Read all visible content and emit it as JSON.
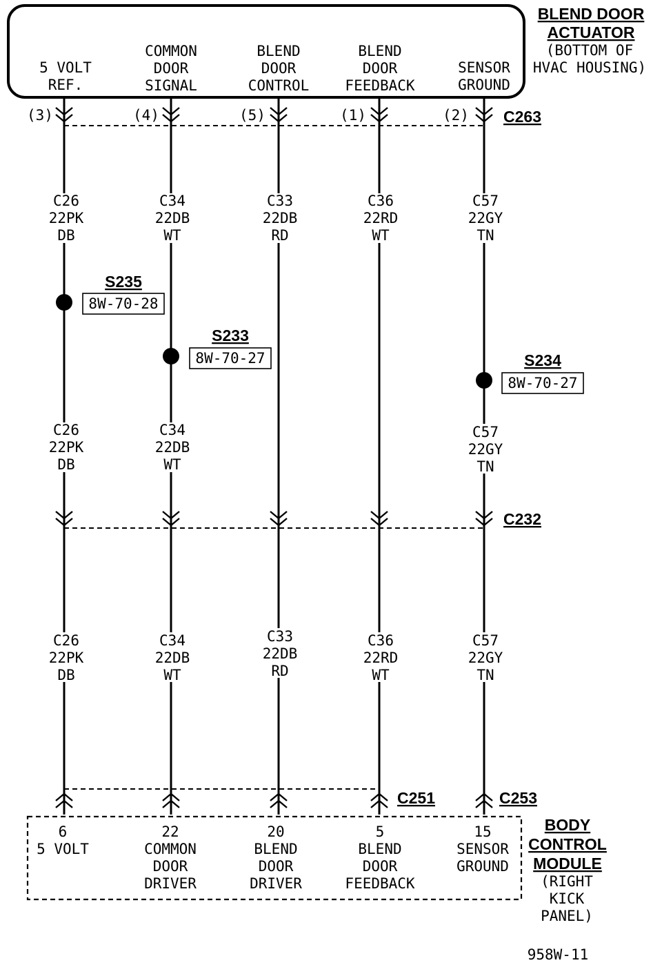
{
  "actuator": {
    "title": [
      "BLEND DOOR",
      "ACTUATOR"
    ],
    "subtitle": [
      "(BOTTOM OF",
      "HVAC HOUSING)"
    ],
    "terminals": [
      [
        "5 VOLT",
        "REF."
      ],
      [
        "COMMON",
        "DOOR",
        "SIGNAL"
      ],
      [
        "BLEND",
        "DOOR",
        "CONTROL"
      ],
      [
        "BLEND",
        "DOOR",
        "FEEDBACK"
      ],
      [
        "SENSOR",
        "GROUND"
      ]
    ]
  },
  "connectors": {
    "c263": {
      "name": "C263",
      "pins": [
        "(3)",
        "(4)",
        "(5)",
        "(1)",
        "(2)"
      ]
    },
    "c232": {
      "name": "C232"
    },
    "c251": {
      "name": "C251"
    },
    "c253": {
      "name": "C253"
    }
  },
  "wires": {
    "upper": [
      [
        "C26",
        "22PK",
        "DB"
      ],
      [
        "C34",
        "22DB",
        "WT"
      ],
      [
        "C33",
        "22DB",
        "RD"
      ],
      [
        "C36",
        "22RD",
        "WT"
      ],
      [
        "C57",
        "22GY",
        "TN"
      ]
    ],
    "middle": [
      [
        "C26",
        "22PK",
        "DB"
      ],
      [
        "C34",
        "22DB",
        "WT"
      ],
      [
        "C57",
        "22GY",
        "TN"
      ]
    ],
    "lower": [
      [
        "C26",
        "22PK",
        "DB"
      ],
      [
        "C34",
        "22DB",
        "WT"
      ],
      [
        "C33",
        "22DB",
        "RD"
      ],
      [
        "C36",
        "22RD",
        "WT"
      ],
      [
        "C57",
        "22GY",
        "TN"
      ]
    ]
  },
  "splices": [
    {
      "name": "S235",
      "ref": "8W-70-28"
    },
    {
      "name": "S233",
      "ref": "8W-70-27"
    },
    {
      "name": "S234",
      "ref": "8W-70-27"
    }
  ],
  "bcm": {
    "title": [
      "BODY",
      "CONTROL",
      "MODULE"
    ],
    "subtitle": [
      "(RIGHT",
      "KICK",
      "PANEL)"
    ],
    "terminals": [
      [
        "6",
        "5 VOLT"
      ],
      [
        "22",
        "COMMON",
        "DOOR",
        "DRIVER"
      ],
      [
        "20",
        "BLEND",
        "DOOR",
        "DRIVER"
      ],
      [
        "5",
        "BLEND",
        "DOOR",
        "FEEDBACK"
      ],
      [
        "15",
        "SENSOR",
        "GROUND"
      ]
    ]
  },
  "figure_id": "958W-11"
}
